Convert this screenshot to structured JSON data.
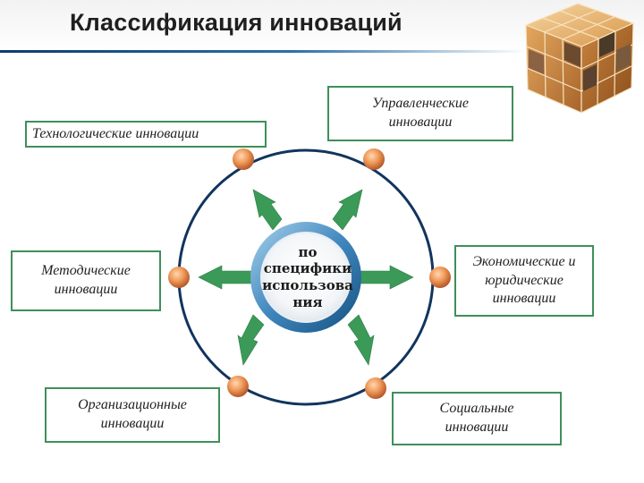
{
  "title": "Классификация инноваций",
  "hub": {
    "line1": "по",
    "line2": "специфики",
    "line3": "использова",
    "line4": "ния"
  },
  "categories": {
    "technological": "Технологические инновации",
    "managerial": "Управленческие инновации",
    "methodical": "Методические инновации",
    "economic_legal": "Экономические и юридические инновации",
    "organizational": "Организационные инновации",
    "social": "Социальные инновации"
  },
  "colors": {
    "ring": "#12345e",
    "arrow": "#3b9a57",
    "box_border": "#3f8f5a",
    "node": "#e8894a",
    "title_line": "#0b3d6e"
  }
}
